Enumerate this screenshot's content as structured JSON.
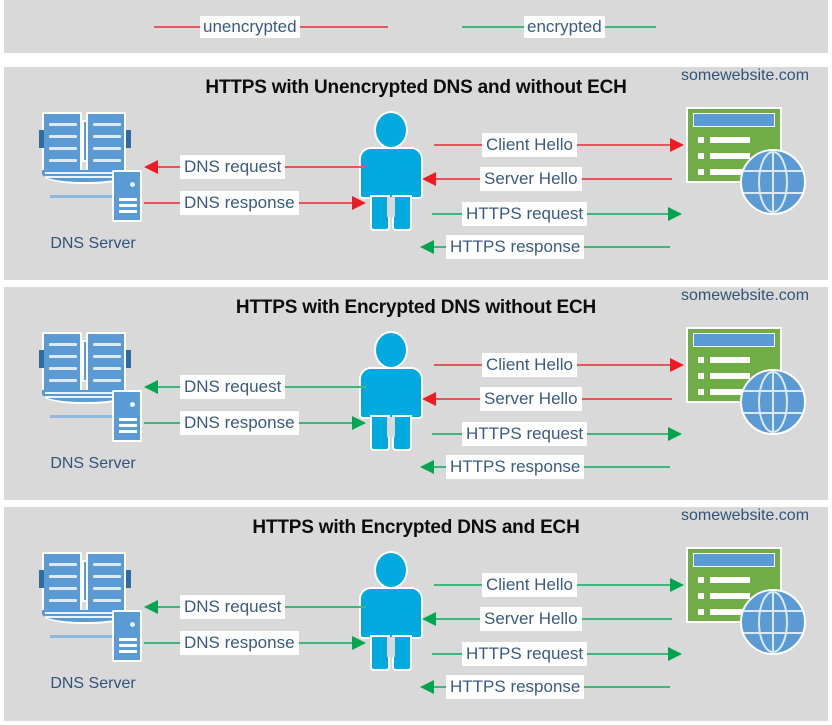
{
  "legend": {
    "items": [
      {
        "key": "unencrypted",
        "label": "unencrypted",
        "color": "#e05c5c"
      },
      {
        "key": "encrypted",
        "label": "encrypted",
        "color": "#3cb878"
      }
    ]
  },
  "colors": {
    "panel_bg": "#d9d9d9",
    "page_bg": "#ffffff",
    "red": "#ed1c24",
    "red_line": "#e8545a",
    "green": "#00a54f",
    "green_line": "#3cb878",
    "label_text": "#3a5a80",
    "title_text": "#0d0d0d",
    "person_blue": "#00a9e0",
    "book_blue": "#5b9bd5",
    "site_green": "#70ad47"
  },
  "nodes": {
    "dns_label": "DNS Server",
    "site_label": "somewebsite.com"
  },
  "panels": [
    {
      "id": "panel-0",
      "title": "HTTPS with Unencrypted DNS and without ECH",
      "left_arrows": [
        {
          "label": "DNS request",
          "direction": "left",
          "color": "red"
        },
        {
          "label": "DNS response",
          "direction": "right",
          "color": "red"
        }
      ],
      "right_arrows": [
        {
          "label": "Client Hello",
          "direction": "right",
          "color": "red"
        },
        {
          "label": "Server Hello",
          "direction": "left",
          "color": "red"
        },
        {
          "label": "HTTPS request",
          "direction": "right",
          "color": "green"
        },
        {
          "label": "HTTPS response",
          "direction": "left",
          "color": "green"
        }
      ]
    },
    {
      "id": "panel-1",
      "title": "HTTPS with Encrypted DNS without ECH",
      "left_arrows": [
        {
          "label": "DNS request",
          "direction": "left",
          "color": "green"
        },
        {
          "label": "DNS response",
          "direction": "right",
          "color": "green"
        }
      ],
      "right_arrows": [
        {
          "label": "Client Hello",
          "direction": "right",
          "color": "red"
        },
        {
          "label": "Server Hello",
          "direction": "left",
          "color": "red"
        },
        {
          "label": "HTTPS request",
          "direction": "right",
          "color": "green"
        },
        {
          "label": "HTTPS response",
          "direction": "left",
          "color": "green"
        }
      ]
    },
    {
      "id": "panel-2",
      "title": "HTTPS with Encrypted DNS and ECH",
      "left_arrows": [
        {
          "label": "DNS request",
          "direction": "left",
          "color": "green"
        },
        {
          "label": "DNS response",
          "direction": "right",
          "color": "green"
        }
      ],
      "right_arrows": [
        {
          "label": "Client Hello",
          "direction": "right",
          "color": "green"
        },
        {
          "label": "Server Hello",
          "direction": "left",
          "color": "green"
        },
        {
          "label": "HTTPS request",
          "direction": "right",
          "color": "green"
        },
        {
          "label": "HTTPS response",
          "direction": "left",
          "color": "green"
        }
      ]
    }
  ]
}
